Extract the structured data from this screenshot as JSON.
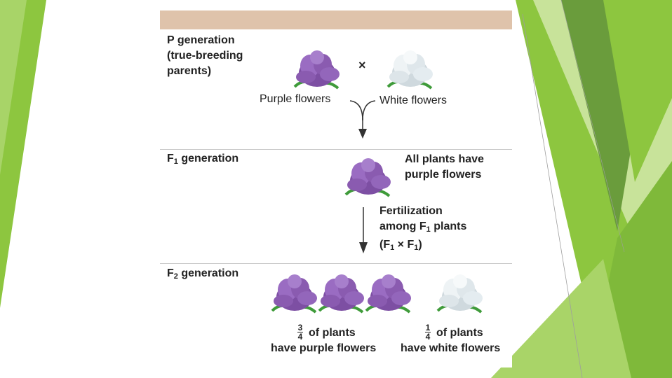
{
  "diagram": {
    "p_generation": {
      "line1": "P generation",
      "line2": "(true-breeding",
      "line3": "parents)"
    },
    "cross_symbol": "×",
    "purple_flowers_label": "Purple flowers",
    "white_flowers_label": "White flowers",
    "f1_generation": {
      "prefix": "F",
      "sub": "1",
      "suffix": " generation"
    },
    "f1_result": {
      "line1": "All plants have",
      "line2": "purple flowers"
    },
    "fertilization": {
      "line1": "Fertilization",
      "line2_prefix": "among F",
      "line2_sub": "1",
      "line2_suffix": " plants",
      "line3_a": "(F",
      "line3_sub1": "1",
      "line3_b": " × F",
      "line3_sub2": "1",
      "line3_c": ")"
    },
    "f2_generation": {
      "prefix": "F",
      "sub": "2",
      "suffix": " generation"
    },
    "purple_fraction": {
      "numerator": "3",
      "denominator": "4",
      "tail": "of plants",
      "line2": "have purple flowers"
    },
    "white_fraction": {
      "numerator": "1",
      "denominator": "4",
      "tail": "of plants",
      "line2": "have white flowers"
    }
  },
  "colors": {
    "header_bar": "#dfc3ab",
    "purple_flower": "#8a5bb0",
    "white_flower": "#e4ecf0",
    "leaf_green": "#3f9b3a",
    "slide_green_light": "#8dc63f",
    "slide_green_dark": "#5e9c3a"
  }
}
